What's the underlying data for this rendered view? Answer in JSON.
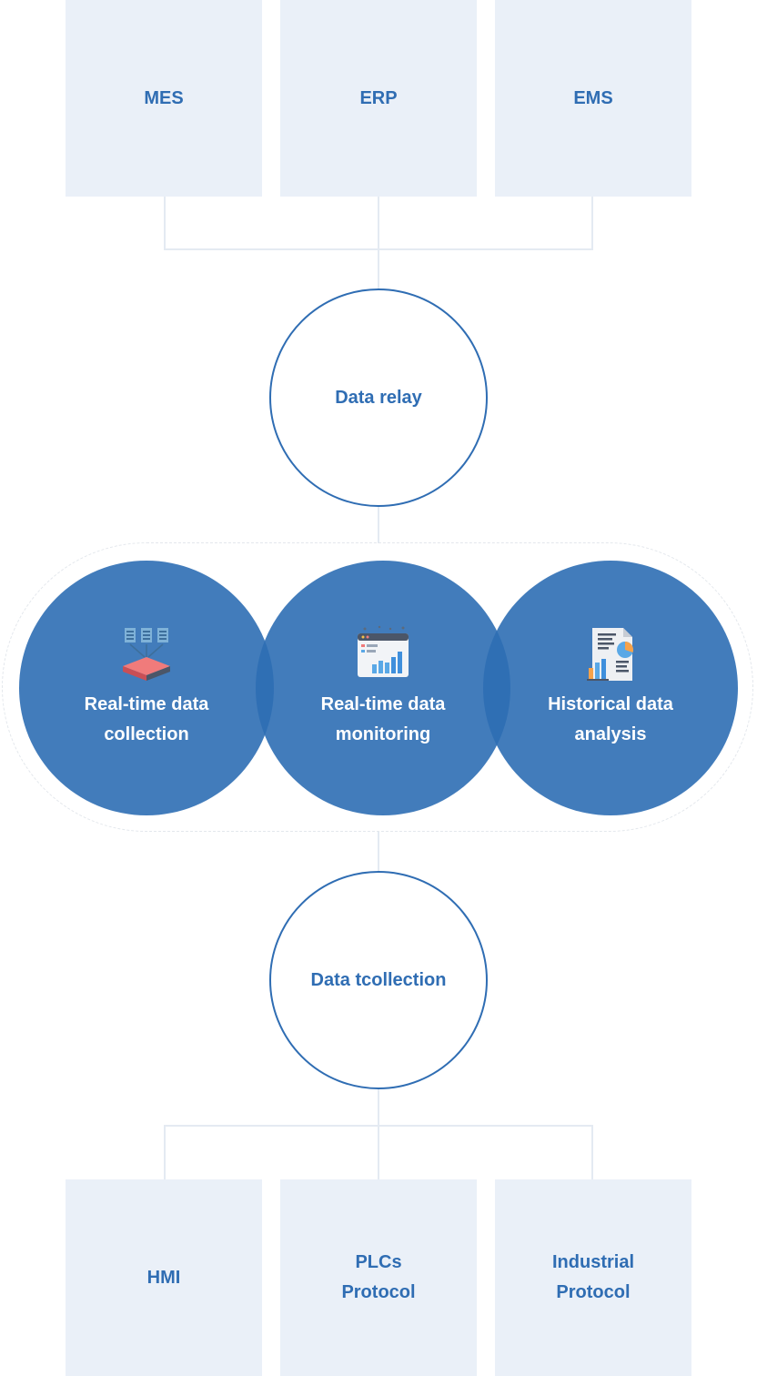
{
  "top_boxes": [
    {
      "label": "MES"
    },
    {
      "label": "ERP"
    },
    {
      "label": "EMS"
    }
  ],
  "relay": {
    "label": "Data relay"
  },
  "capabilities": [
    {
      "label": "Real-time data\ncollection",
      "icon": "data-collection-icon"
    },
    {
      "label": "Real-time data\nmonitoring",
      "icon": "monitoring-dashboard-icon"
    },
    {
      "label": "Historical data\nanalysis",
      "icon": "analysis-report-icon"
    }
  ],
  "collection": {
    "label": "Data tcollection"
  },
  "bottom_boxes": [
    {
      "label": "HMI"
    },
    {
      "label": "PLCs\nProtocol"
    },
    {
      "label": "Industrial\nProtocol"
    }
  ],
  "colors": {
    "primary": "#2f6db3",
    "box_bg": "#eaf0f8",
    "disc_fill": "#2d6eb4",
    "line": "#e4eaf2"
  }
}
